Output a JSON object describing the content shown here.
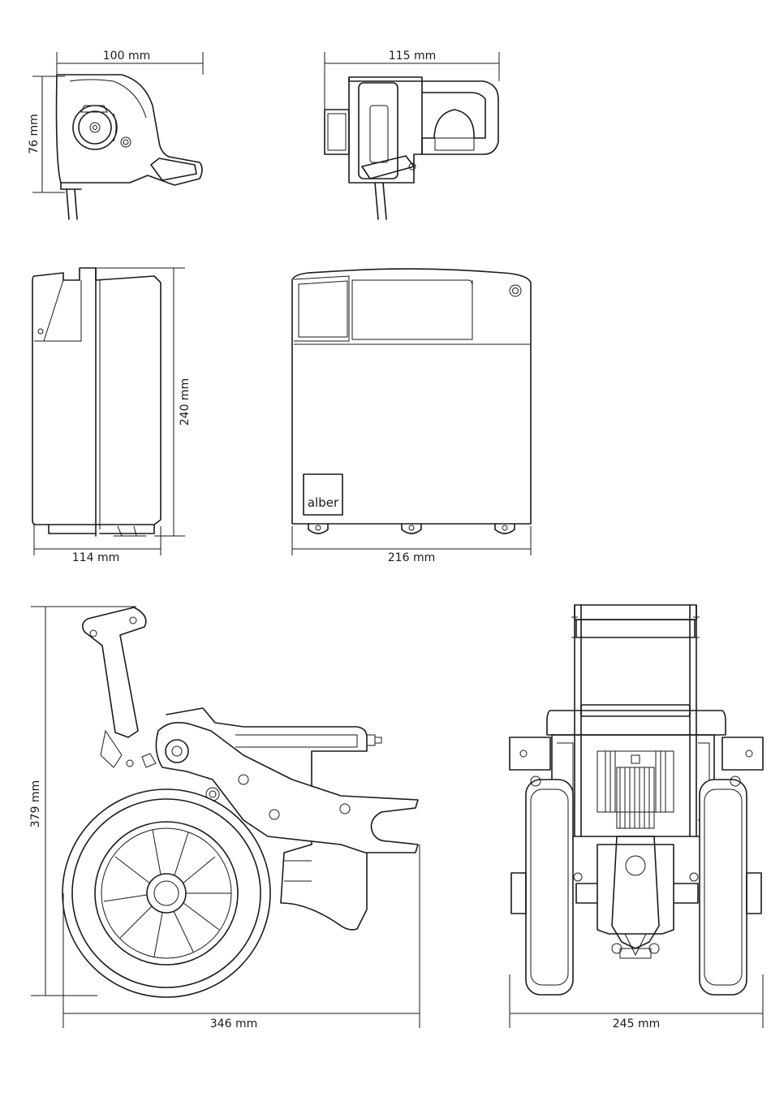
{
  "dimensions": {
    "top_left_width": "100 mm",
    "top_left_height": "76 mm",
    "top_right_width": "115 mm",
    "mid_left_width": "114 mm",
    "mid_left_height": "240 mm",
    "mid_right_width": "216 mm",
    "bottom_left_height": "379 mm",
    "bottom_left_width": "346 mm",
    "bottom_right_width": "245 mm"
  },
  "brand": {
    "logo_text": "alber"
  }
}
